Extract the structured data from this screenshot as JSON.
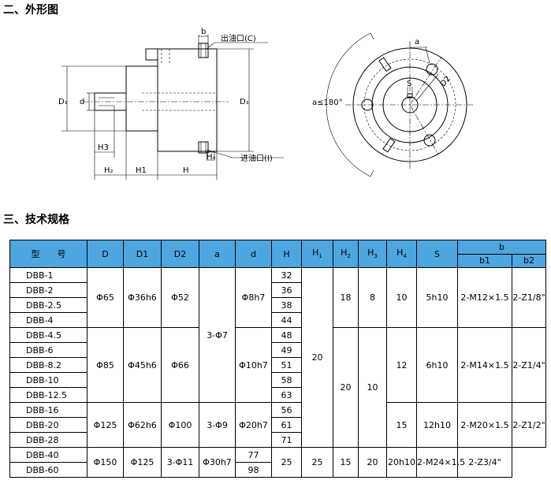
{
  "sections": {
    "outline_title": "二、外形图",
    "spec_title": "三、技术规格"
  },
  "drawing": {
    "side_view_labels": {
      "b": "b",
      "outlet": "出油口(C)",
      "inlet": "进油口(I)",
      "d1_left": "D₁",
      "d_small": "d",
      "d1_right": "D₁",
      "h3": "H3",
      "h4": "H₄",
      "h2": "H₂",
      "h1": "H1",
      "h": "H"
    },
    "front_view_labels": {
      "a": "a",
      "d2": "D2",
      "s": "S",
      "angle": "a≤180°"
    }
  },
  "table": {
    "headers": {
      "model": "型　　号",
      "D": "D",
      "D1": "D1",
      "D2": "D2",
      "a": "a",
      "d": "d",
      "H": "H",
      "H1": "H",
      "H1_sub": "1",
      "H2": "H",
      "H2_sub": "2",
      "H3": "H",
      "H3_sub": "3",
      "H4": "H",
      "H4_sub": "4",
      "S": "S",
      "b": "b",
      "b1": "b1",
      "b2": "b2"
    },
    "models": [
      "DBB-1",
      "DBB-2",
      "DBB-2.5",
      "DBB-4",
      "DBB-4.5",
      "DBB-6",
      "DBB-8.2",
      "DBB-10",
      "DBB-12.5",
      "DBB-16",
      "DBB-20",
      "DBB-28",
      "DBB-40",
      "DBB-60"
    ],
    "H_values": [
      "32",
      "36",
      "38",
      "44",
      "48",
      "49",
      "51",
      "58",
      "63",
      "56",
      "61",
      "71",
      "77",
      "98"
    ],
    "D": [
      "Φ65",
      "Φ85",
      "Φ125",
      "Φ150"
    ],
    "D1": [
      "Φ36h6",
      "Φ45h6",
      "Φ62h6"
    ],
    "D2": [
      "Φ52",
      "Φ66",
      "Φ100",
      "Φ125"
    ],
    "a": [
      "3-Φ7",
      "3-Φ9",
      "3-Φ11"
    ],
    "d": [
      "Φ8h7",
      "Φ10h7",
      "Φ20h7",
      "Φ30h7"
    ],
    "H1": [
      "20",
      "25"
    ],
    "H2": [
      "18",
      "20",
      "25"
    ],
    "H3": [
      "8",
      "10",
      "15"
    ],
    "H4": [
      "10",
      "12",
      "15",
      "20"
    ],
    "S": [
      "5h10",
      "6h10",
      "12h10",
      "20h10"
    ],
    "b1": [
      "2-M12×1.5",
      "2-M14×1.5",
      "2-M20×1.5",
      "2-M24×1.5"
    ],
    "b2": [
      "2-Z1/8\"",
      "2-Z1/4\"",
      "2-Z1/2\"",
      "2-Z3/4\""
    ]
  }
}
